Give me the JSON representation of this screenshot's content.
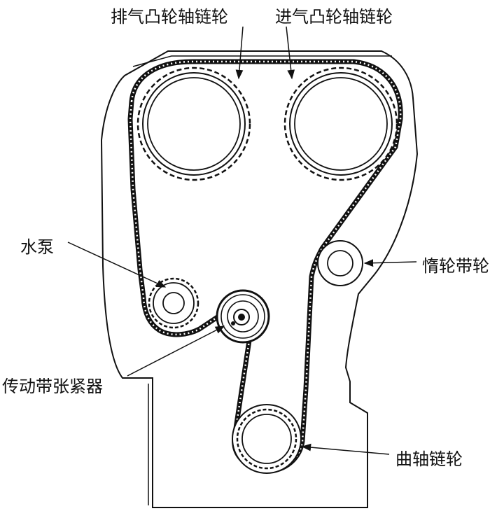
{
  "labels": {
    "exhaust_cam_sprocket": "排气凸轮轴链轮",
    "intake_cam_sprocket": "进气凸轮轴链轮",
    "water_pump": "水泵",
    "idler_pulley": "惰轮带轮",
    "belt_tensioner": "传动带张紧器",
    "crankshaft_sprocket": "曲轴链轮"
  },
  "colors": {
    "ink": "#111111",
    "background": "#ffffff"
  }
}
